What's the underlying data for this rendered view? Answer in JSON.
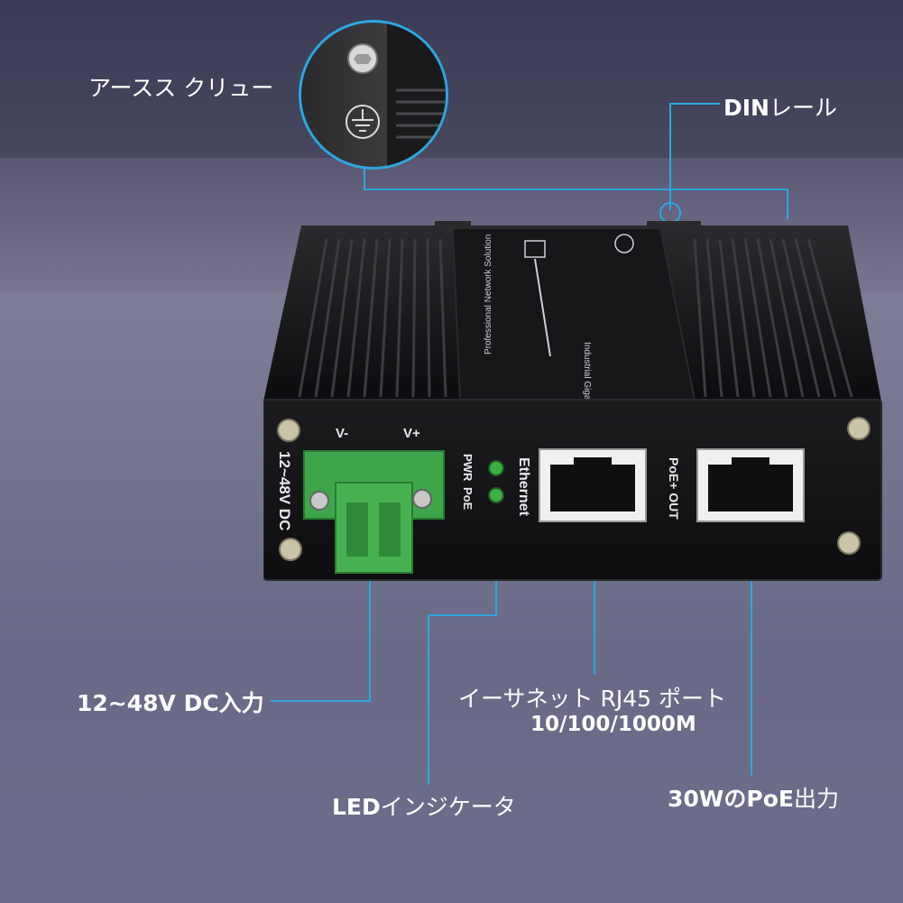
{
  "callouts": {
    "ground_screw": "アースス クリュー",
    "din_rail_bold": "DIN",
    "din_rail_rest": "レール",
    "dc_input": "12~48V DC入力",
    "ethernet_port": "イーサネット RJ45 ポート",
    "ethernet_speed": "10/100/1000M",
    "led_bold": "LED",
    "led_rest": "インジケータ",
    "poe_bold": "30WのPoE",
    "poe_rest": "出力"
  },
  "device_markings": {
    "v_minus": "V-",
    "v_plus": "V+",
    "dc_range": "12~48V DC",
    "pwr": "PWR",
    "poe": "PoE",
    "ethernet": "Ethernet",
    "poe_out": "PoE+ OUT",
    "top_line1": "Industrial Gigabit PoE Injector",
    "top_line2": "Professional Network Solution"
  },
  "colors": {
    "callout_line": "#2ba7e0",
    "terminal_green": "#3fa54a",
    "led_green": "#3cb043",
    "body": "#141416"
  }
}
